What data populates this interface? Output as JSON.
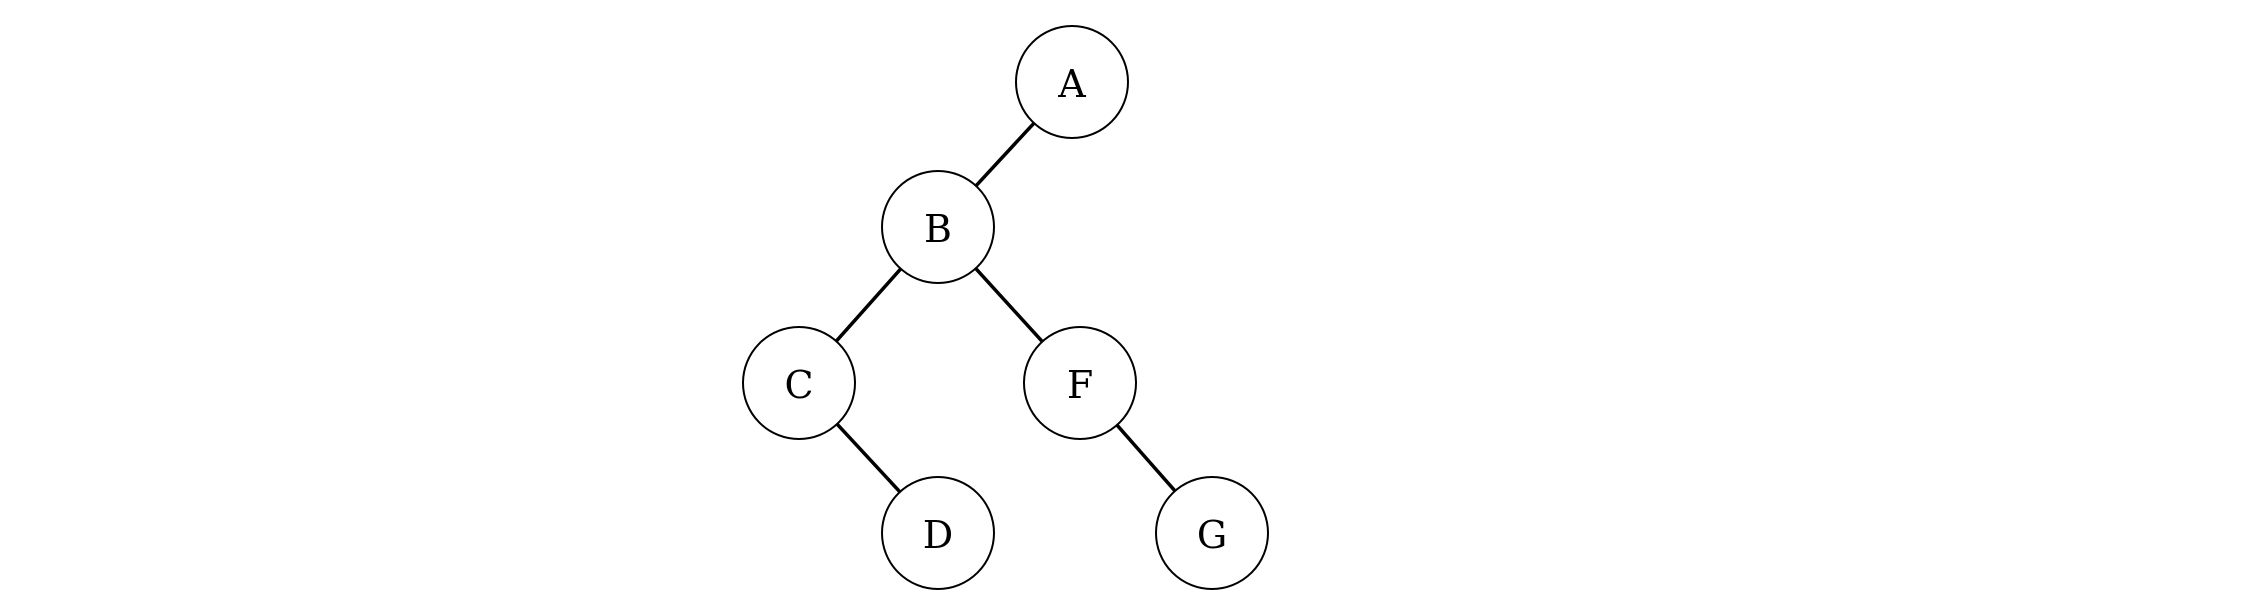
{
  "diagram": {
    "type": "binary-tree",
    "nodes": [
      {
        "id": "A",
        "label": "A"
      },
      {
        "id": "B",
        "label": "B"
      },
      {
        "id": "C",
        "label": "C"
      },
      {
        "id": "D",
        "label": "D"
      },
      {
        "id": "F",
        "label": "F"
      },
      {
        "id": "G",
        "label": "G"
      }
    ],
    "edges": [
      {
        "from": "A",
        "to": "B"
      },
      {
        "from": "B",
        "to": "C"
      },
      {
        "from": "B",
        "to": "F"
      },
      {
        "from": "C",
        "to": "D"
      },
      {
        "from": "F",
        "to": "G"
      }
    ]
  }
}
